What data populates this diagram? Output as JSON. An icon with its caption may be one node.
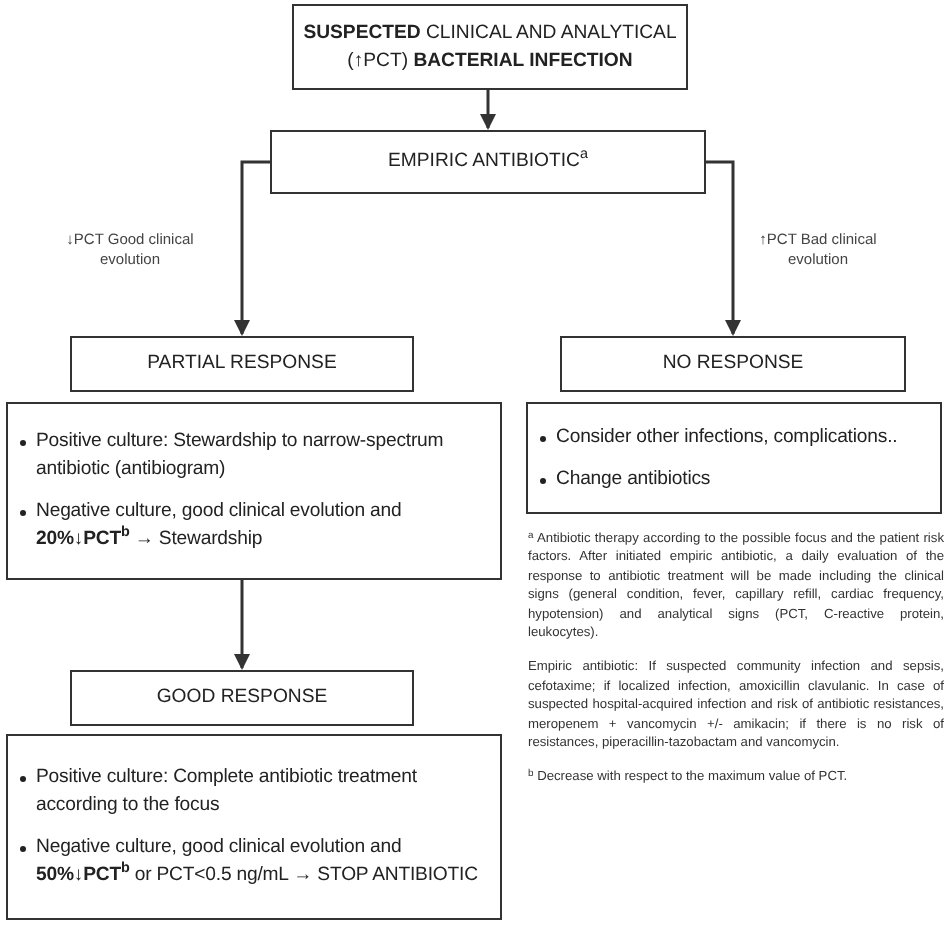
{
  "diagram": {
    "nodes": [
      {
        "text": [
          "**SUSPECTED** CLINICAL AND ANALYTICAL (↑PCT) **BACTERIAL INFECTION**"
        ]
      },
      {
        "text": [
          "EMPIRIC ANTIBIOTIC$^{a}$"
        ]
      },
      {
        "text": [
          "PARTIAL RESPONSE"
        ]
      },
      {
        "text": [
          "Positive culture: Stewardship to narrow-spectrum antibiotic (antibiogram)",
          "Negative culture, good clinical evolution and **20%↓PCT$^{b}$** → Stewardship"
        ]
      },
      {
        "text": [
          "NO RESPONSE"
        ]
      },
      {
        "text": [
          "Consider other infections, complications..",
          "Change antibiotics"
        ]
      },
      {
        "text": [
          "GOOD RESPONSE"
        ]
      },
      {
        "text": [
          "Positive culture: Complete antibiotic treatment according to the focus",
          "Negative culture, good clinical evolution and **50%↓PCT$^{b}$** or PCT<0.5 ng/mL → STOP ANTIBIOTIC"
        ]
      }
    ],
    "edges": [
      {
        "from": 0,
        "to": 1,
        "arrow": "to"
      },
      {
        "from": 1,
        "to": 2,
        "arrow": "to",
        "label": "↓PCT Good clinical evolution"
      },
      {
        "from": 1,
        "to": 4,
        "arrow": "to",
        "label": "↑PCT Bad clinical evolution"
      },
      {
        "from": 3,
        "to": 6,
        "arrow": "to"
      }
    ],
    "labels": [
      "$^{a}$ Antibiotic therapy according to the possible focus and the patient risk factors. After initiated empiric antibiotic, a daily evaluation of the response to antibiotic treatment will be made including the clinical signs (general condition, fever, capillary refill, cardiac frequency, hypotension) and analytical signs (PCT, C-reactive protein, leukocytes).",
      "Empiric antibiotic: If suspected community infection and sepsis, cefotaxime; if localized infection, amoxicillin clavulanic. In case of suspected hospital-acquired infection and risk of antibiotic resistances, meropenem + vancomycin +/- amikacin; if there is no risk of resistances, piperacillin-tazobactam and vancomycin.",
      "$^{b}$ Decrease with respect to the maximum value of PCT."
    ]
  }
}
